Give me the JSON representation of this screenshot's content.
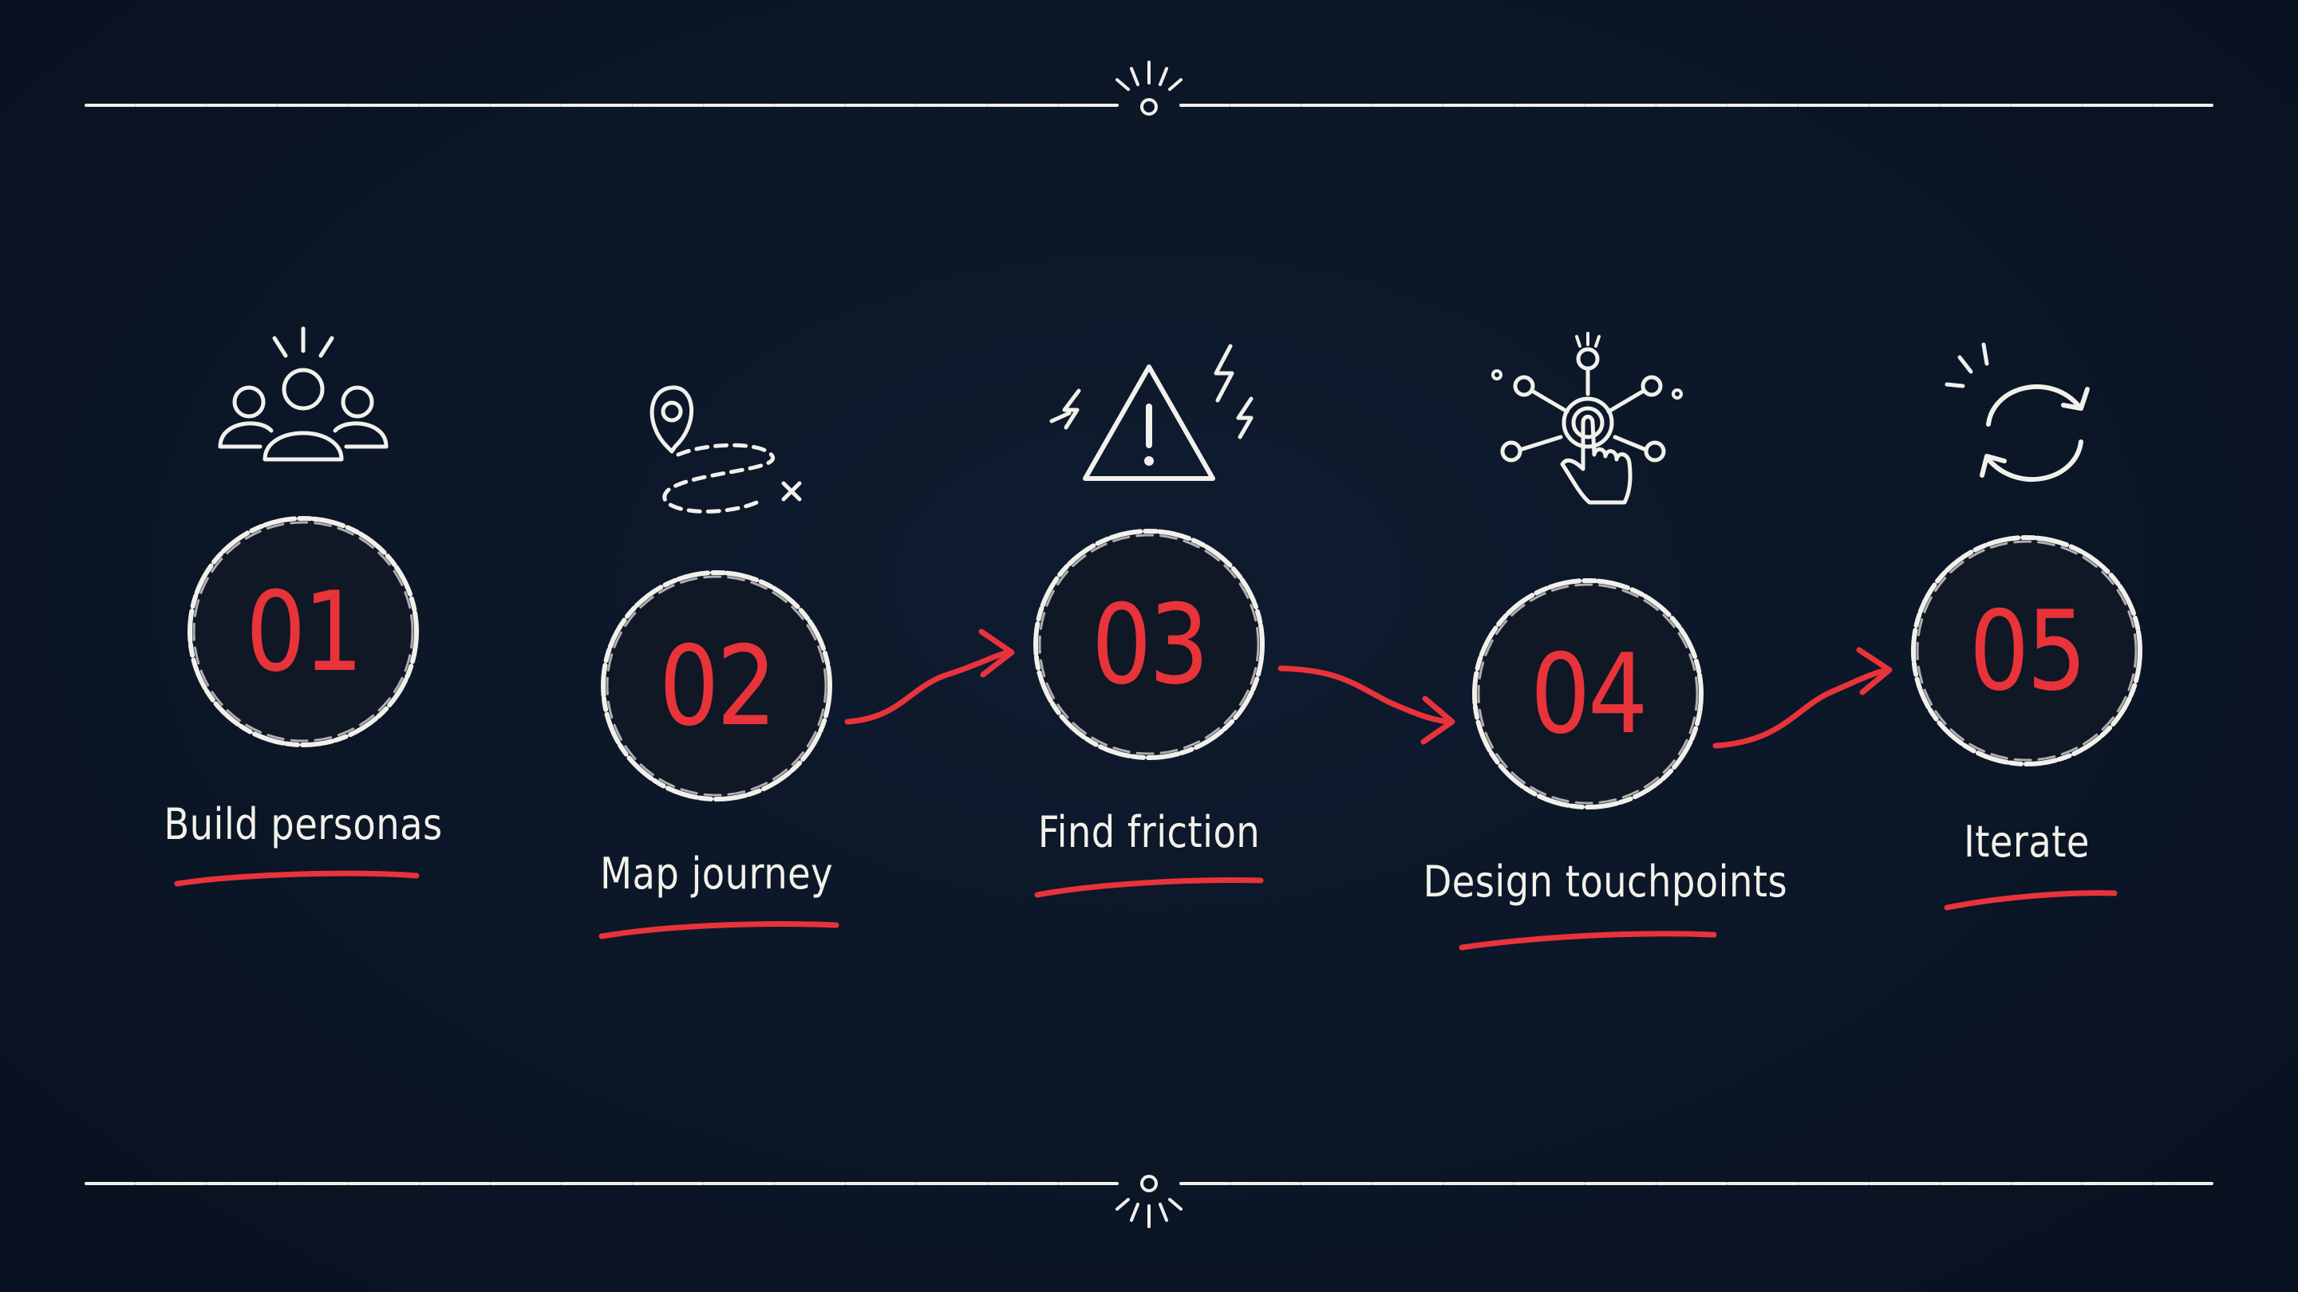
{
  "accent_color": "#e8333a",
  "chalk_color": "#f1f0ea",
  "background_color": "#0b1627",
  "steps": [
    {
      "number": "01",
      "label": "Build personas",
      "icon": "people-group-icon"
    },
    {
      "number": "02",
      "label": "Map journey",
      "icon": "map-pin-route-icon"
    },
    {
      "number": "03",
      "label": "Find friction",
      "icon": "warning-triangle-icon"
    },
    {
      "number": "04",
      "label": "Design touchpoints",
      "icon": "touch-network-icon"
    },
    {
      "number": "05",
      "label": "Iterate",
      "icon": "cycle-arrows-icon"
    }
  ]
}
